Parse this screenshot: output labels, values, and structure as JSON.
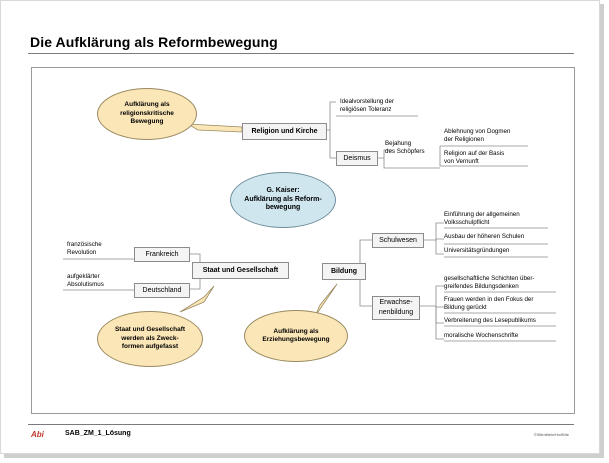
{
  "title": "Die Aufklärung als Reformbewegung",
  "center": "G. Kaiser:\nAufklärung als Reform-\nbewegung",
  "callouts": {
    "religion": "Aufklärung als\nreligionskritische\nBewegung",
    "staat": "Staat und Gesellschaft\nwerden als Zweck-\nformen aufgefasst",
    "erziehung": "Aufklärung als\nErziehungsbewegung"
  },
  "nodes": {
    "religion": "Religion und Kirche",
    "deismus": "Deismus",
    "staat": "Staat und Gesellschaft",
    "frankreich": "Frankreich",
    "deutschland": "Deutschland",
    "bildung": "Bildung",
    "schulwesen": "Schulwesen",
    "erwachsenenbildung": "Erwachse-\nnenbildung"
  },
  "leaves": {
    "toleranz": "Idealvorstellung der\nreligiösen Toleranz",
    "bejahung": "Bejahung\ndes Schöpfers",
    "dogmen": "Ablehnung von Dogmen\nder Religionen",
    "vernunft": "Religion auf der Basis\nvon Vernunft",
    "revolution": "französische\nRevolution",
    "absolutismus": "aufgeklärter\nAbsolutismus",
    "volksschulpflicht": "Einführung der allgemeinen\nVolksschulpflicht",
    "hoehere": "Ausbau der höheren Schulen",
    "uni": "Universitätsgründungen",
    "schichten": "gesellschaftliche Schichten über-\ngreifendes Bildungsdenken",
    "frauen": "Frauen werden in den Fokus der\nBildung gerückt",
    "lese": "Verbreiterung des Lesepublikums",
    "wochenschrift": "moralische Wochenschrifte"
  },
  "footer": {
    "logo": "Abi",
    "code": "SAB_ZM_1_Lösung",
    "copyright": "©Stilmitteln/Ho/flöte"
  },
  "colors": {
    "callout_fill": "#fbe6b8",
    "center_fill": "#cfe6ef",
    "node_fill": "#f4f4f4",
    "logo": "#c0392b"
  }
}
